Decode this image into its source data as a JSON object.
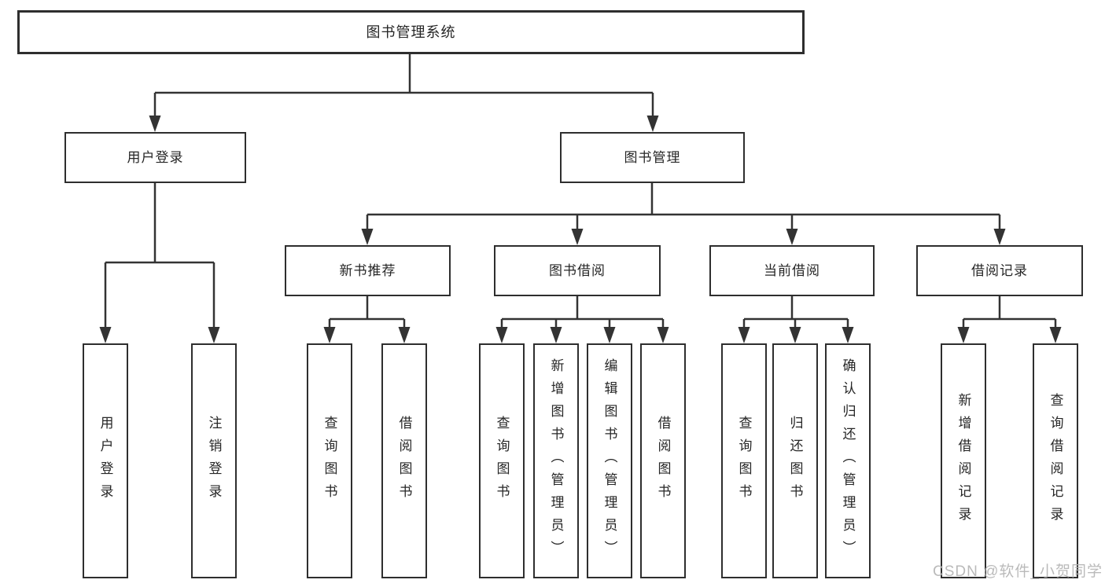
{
  "diagram": {
    "root": {
      "label": "图书管理系统"
    },
    "level2": [
      {
        "label": "用户登录",
        "children": [
          {
            "label": "用户登录"
          },
          {
            "label": "注销登录"
          }
        ]
      },
      {
        "label": "图书管理",
        "children": [
          {
            "label": "新书推荐",
            "children": [
              {
                "label": "查询图书"
              },
              {
                "label": "借阅图书"
              }
            ]
          },
          {
            "label": "图书借阅",
            "children": [
              {
                "label": "查询图书"
              },
              {
                "label": "新增图书（管理员）"
              },
              {
                "label": "编辑图书（管理员）"
              },
              {
                "label": "借阅图书"
              }
            ]
          },
          {
            "label": "当前借阅",
            "children": [
              {
                "label": "查询图书"
              },
              {
                "label": "归还图书"
              },
              {
                "label": "确认归还（管理员）"
              }
            ]
          },
          {
            "label": "借阅记录",
            "children": [
              {
                "label": "新增借阅记录"
              },
              {
                "label": "查询借阅记录"
              }
            ]
          }
        ]
      }
    ],
    "watermark": "CSDN @软件_小贺同学",
    "colors": {
      "line": "#333333",
      "box_border": "#2e2e2e",
      "text": "#262626",
      "background": "#ffffff",
      "watermark": "#b5b5b5"
    }
  }
}
